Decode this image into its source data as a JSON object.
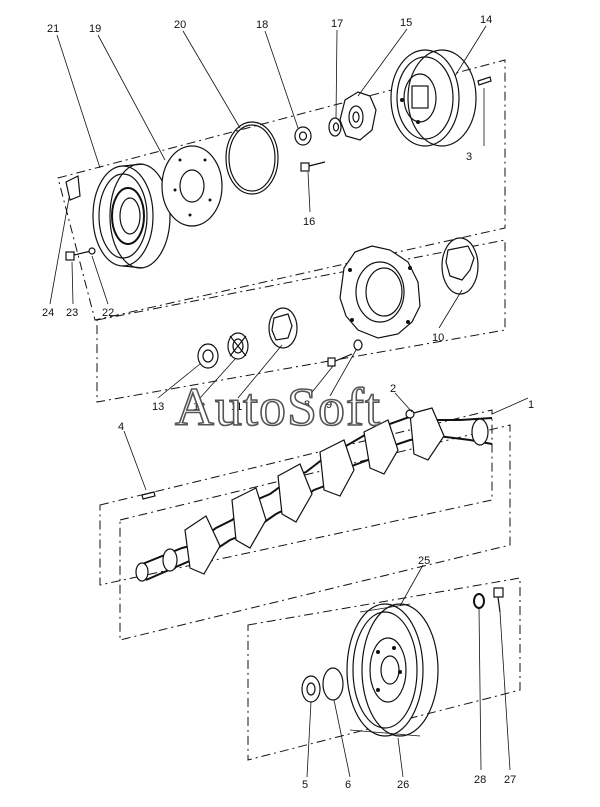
{
  "watermark": "AutoSoft",
  "callouts": [
    "21",
    "19",
    "20",
    "18",
    "17",
    "15",
    "14",
    "3",
    "16",
    "24",
    "23",
    "22",
    "10",
    "13",
    "12",
    "11",
    "8",
    "9",
    "2",
    "1",
    "4",
    "25",
    "5",
    "6",
    "26",
    "28",
    "27"
  ]
}
